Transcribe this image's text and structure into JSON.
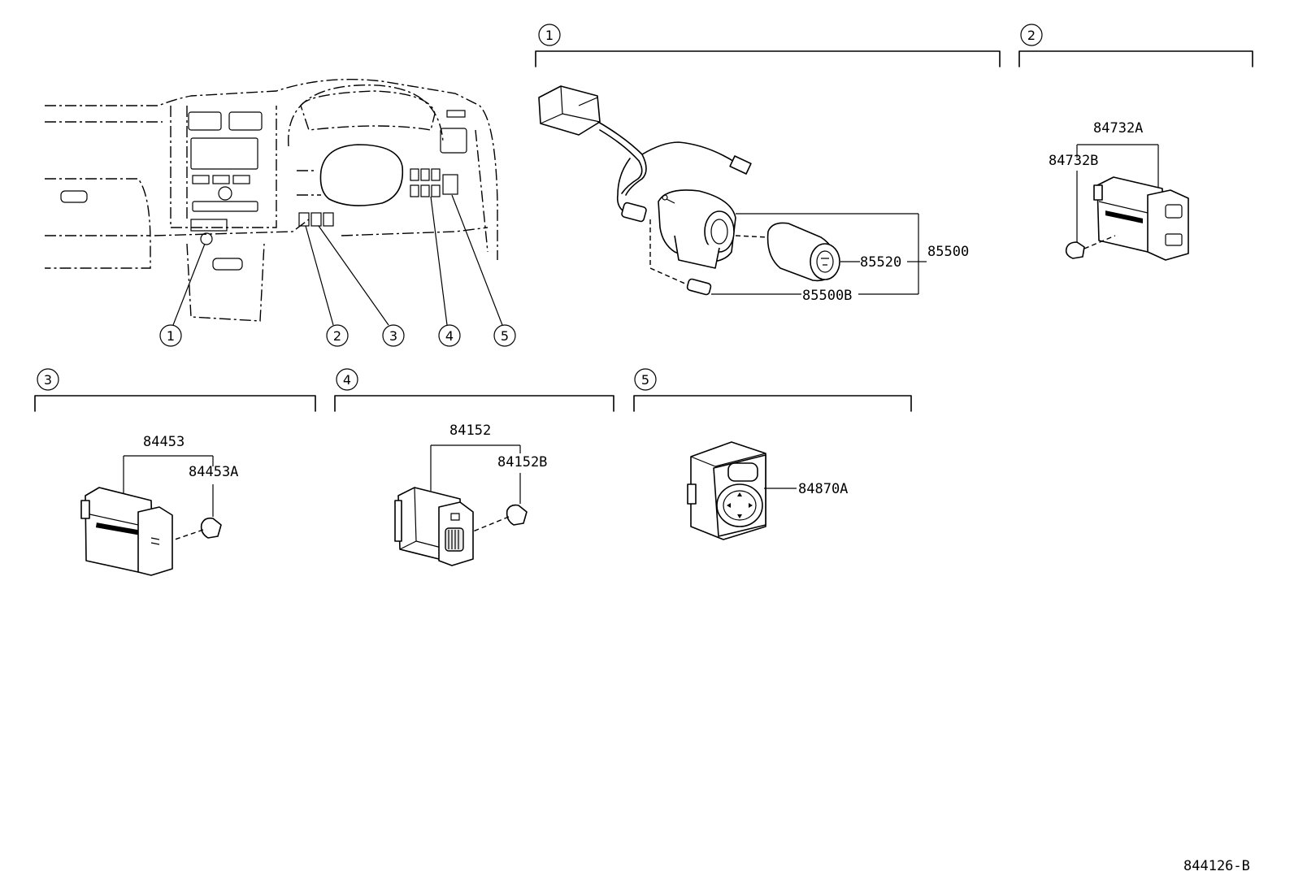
{
  "callouts": [
    "1",
    "2",
    "3",
    "4",
    "5"
  ],
  "parts": {
    "p85500": "85500",
    "p85520": "85520",
    "p85500B": "85500B",
    "p84732A": "84732A",
    "p84732B": "84732B",
    "p84453": "84453",
    "p84453A": "84453A",
    "p84152": "84152",
    "p84152B": "84152B",
    "p84870A": "84870A"
  },
  "figure_id": "844126-B"
}
